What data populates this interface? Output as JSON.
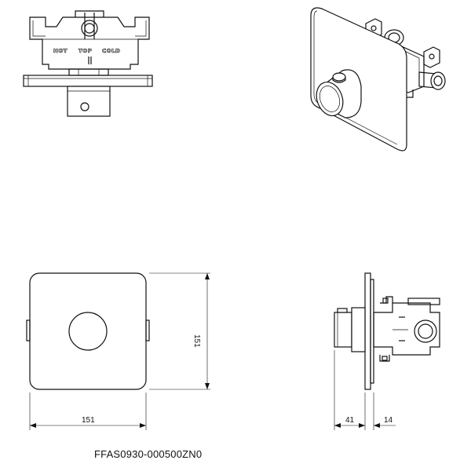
{
  "top_view": {
    "stamp_hot": "HOT",
    "stamp_top": "TOP",
    "stamp_cold": "COLD"
  },
  "front_view": {
    "height_dim": "151",
    "width_dim": "151"
  },
  "side_view": {
    "depth_dim_a": "41",
    "depth_dim_b": "14"
  },
  "product_code": "FFAS0930-000500ZN0"
}
